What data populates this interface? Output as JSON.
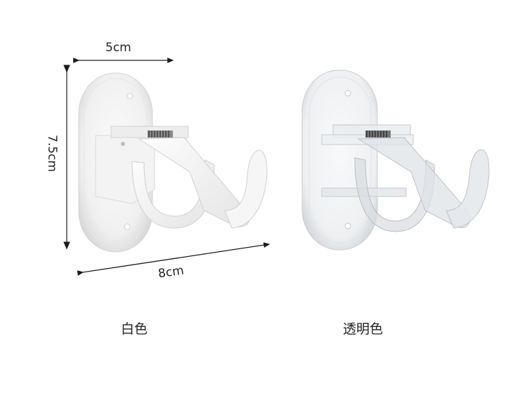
{
  "dimensions": {
    "width": {
      "label": "5cm"
    },
    "height": {
      "label": "7.5cm"
    },
    "depth": {
      "label": "8cm"
    }
  },
  "products": [
    {
      "name": "white-bracket",
      "caption": "白色",
      "color": "#f2f2f2"
    },
    {
      "name": "clear-bracket",
      "caption": "透明色",
      "color": "#e6e9ec"
    }
  ],
  "colors": {
    "background": "#ffffff",
    "arrow": "#1a1a1a",
    "text": "#222222"
  }
}
